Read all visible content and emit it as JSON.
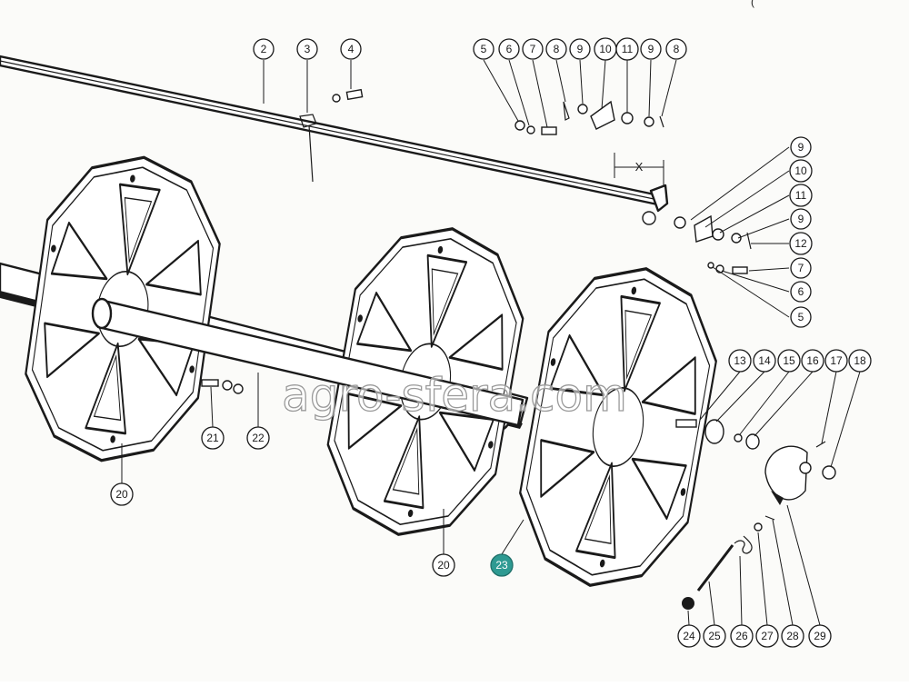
{
  "watermark": "agro-sfera.com",
  "dimension_label": "X",
  "corner_mark": "(",
  "highlight_color": "#2e9a92",
  "callouts": {
    "top_2": "2",
    "top_3": "3",
    "top_4": "4",
    "grp_5": "5",
    "grp_6": "6",
    "grp_7": "7",
    "grp_8a": "8",
    "grp_9a": "9",
    "grp_10": "10",
    "grp_11": "11",
    "grp_9b": "9",
    "grp_8b": "8",
    "side_9a": "9",
    "side_10": "10",
    "side_11": "11",
    "side_9b": "9",
    "side_12": "12",
    "side_7": "7",
    "side_6": "6",
    "side_5": "5",
    "hub_13": "13",
    "hub_14": "14",
    "hub_15": "15",
    "hub_16": "16",
    "hub_17": "17",
    "hub_18": "18",
    "c20_left": "20",
    "c21": "21",
    "c22": "22",
    "c20_mid": "20",
    "c23": "23",
    "b24": "24",
    "b25": "25",
    "b26": "26",
    "b27": "27",
    "b28": "28",
    "b29": "29"
  }
}
